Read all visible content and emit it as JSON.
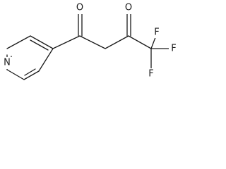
{
  "molecule": {
    "atom_labels": {
      "nitrogen": "N",
      "oxygen_1": "O",
      "oxygen_2": "O",
      "fluorine_top": "F",
      "fluorine_right": "F",
      "fluorine_bottom": "F"
    }
  }
}
